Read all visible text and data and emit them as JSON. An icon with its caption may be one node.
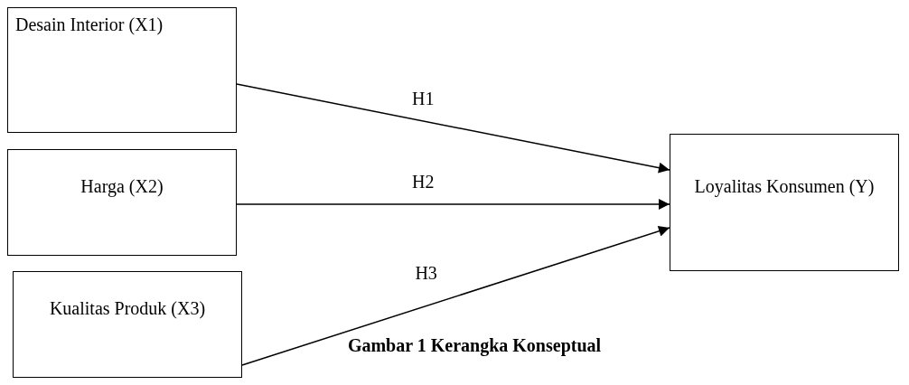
{
  "diagram": {
    "caption": "Gambar 1 Kerangka Konseptual",
    "nodes": [
      {
        "text": [
          "Desain Interior (X1)"
        ]
      },
      {
        "text": [
          "Harga (X2)"
        ]
      },
      {
        "text": [
          "Kualitas Produk (X3)"
        ]
      },
      {
        "text": [
          "Loyalitas Konsumen (Y)"
        ]
      }
    ],
    "edges": [
      {
        "from": 0,
        "to": 3,
        "arrow": "to",
        "label": "H1"
      },
      {
        "from": 1,
        "to": 3,
        "arrow": "to",
        "label": "H2"
      },
      {
        "from": 2,
        "to": 3,
        "arrow": "to",
        "label": "H3"
      }
    ]
  }
}
